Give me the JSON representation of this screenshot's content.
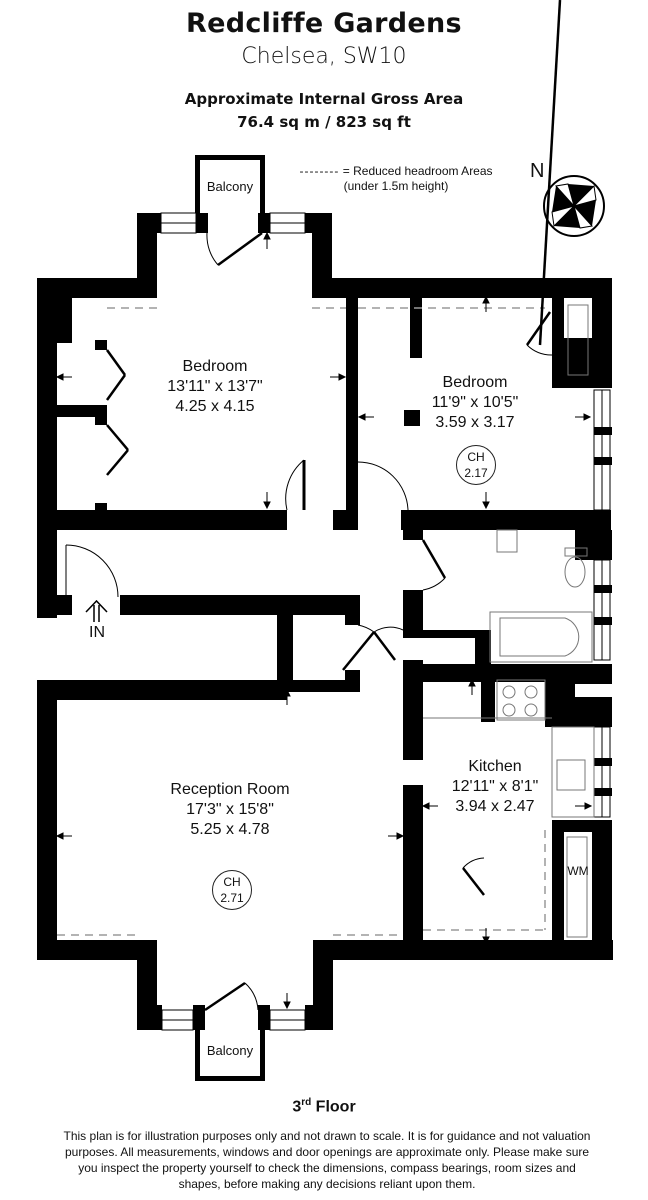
{
  "header": {
    "title": "Redcliffe Gardens",
    "subtitle": "Chelsea, SW10",
    "area_label": "Approximate Internal Gross Area",
    "area_value": "76.4 sq m / 823 sq ft"
  },
  "legend": {
    "dash": "--------",
    "line1": "= Reduced headroom Areas",
    "line2": "(under 1.5m height)"
  },
  "compass": {
    "label": "N",
    "icon": "compass-rose-icon"
  },
  "rooms": [
    {
      "name": "Bedroom",
      "imperial": "13'11\" x 13'7\"",
      "metric": "4.25 x 4.15"
    },
    {
      "name": "Bedroom",
      "imperial": "11'9\" x 10'5\"",
      "metric": "3.59 x 3.17",
      "ceiling_label": "CH",
      "ceiling_height": "2.17"
    },
    {
      "name": "Reception Room",
      "imperial": "17'3\" x 15'8\"",
      "metric": "5.25 x 4.78",
      "ceiling_label": "CH",
      "ceiling_height": "2.71"
    },
    {
      "name": "Kitchen",
      "imperial": "12'11\" x 8'1\"",
      "metric": "3.94 x 2.47"
    }
  ],
  "balconies": [
    {
      "name": "Balcony"
    },
    {
      "name": "Balcony"
    }
  ],
  "fixtures": {
    "washing_machine": "WM",
    "entrance": "IN"
  },
  "floor": {
    "number": "3",
    "suffix": "rd",
    "label": "Floor"
  },
  "disclaimer": "This plan is for illustration purposes only and not drawn to scale. It is for guidance and not valuation purposes. All measurements, windows and door openings are approximate only. Please make sure you inspect the property yourself to check the dimensions, compass bearings, room sizes and shapes, before making any decisions reliant upon them.",
  "colors": {
    "wall": "#000000",
    "dashed": "#9a9a9a",
    "background": "#ffffff"
  }
}
